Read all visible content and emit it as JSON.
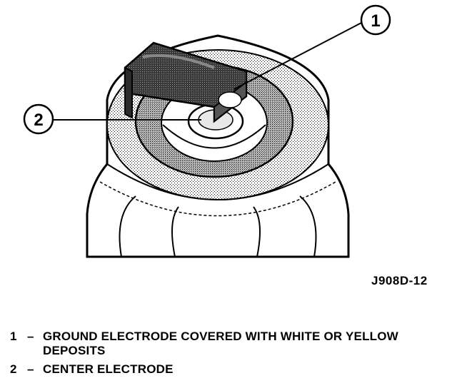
{
  "diagram": {
    "callouts": [
      {
        "number": "1"
      },
      {
        "number": "2"
      }
    ],
    "figure_code": "J908D-12"
  },
  "legend": [
    {
      "number": "1",
      "separator": "–",
      "text": "GROUND ELECTRODE COVERED WITH WHITE OR YELLOW DEPOSITS"
    },
    {
      "number": "2",
      "separator": "–",
      "text": "CENTER ELECTRODE"
    }
  ]
}
